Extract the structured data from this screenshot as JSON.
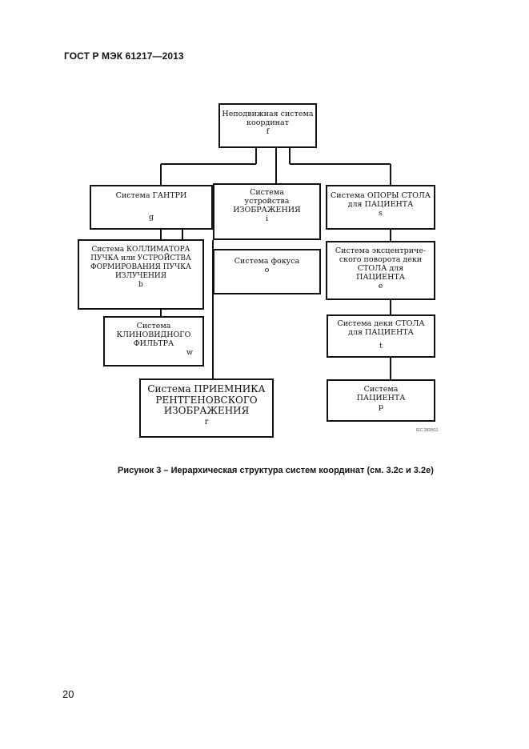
{
  "header": "ГОСТ Р МЭК 61217—2013",
  "caption": "Рисунок 3 – Иерархическая структура систем координат (см. 3.2с и 3.2е)",
  "page_number": "20",
  "figure_code": "IEC 2828/11",
  "boxes": {
    "f": [
      "Неподвижная система",
      "координат",
      "f"
    ],
    "g": [
      "Система ГАНТРИ",
      "g"
    ],
    "i": [
      "Система",
      "устройства",
      "ИЗОБРАЖЕНИЯ",
      "i"
    ],
    "s": [
      "Система ОПОРЫ СТОЛА",
      "для ПАЦИЕНТА",
      "s"
    ],
    "b": [
      "Система КОЛЛИМАТОРА",
      "ПУЧКА или УСТРОЙСТВА",
      "ФОРМИРОВАНИЯ ПУЧКА",
      "ИЗЛУЧЕНИЯ",
      "b"
    ],
    "o": [
      "Система фокуса",
      "o"
    ],
    "e": [
      "Система эксцентриче-",
      "ского поворота деки",
      "СТОЛА для",
      "ПАЦИЕНТА",
      "e"
    ],
    "w": [
      "Система",
      "КЛИНОВИДНОГО",
      "ФИЛЬТРА",
      "w"
    ],
    "t": [
      "Система деки СТОЛА",
      "для ПАЦИЕНТА",
      "t"
    ],
    "r": [
      "Система ПРИЕМНИКА",
      "РЕНТГЕНОВСКОГО",
      "ИЗОБРАЖЕНИЯ",
      "r"
    ],
    "p": [
      "Система",
      "ПАЦИЕНТА",
      "p"
    ]
  }
}
